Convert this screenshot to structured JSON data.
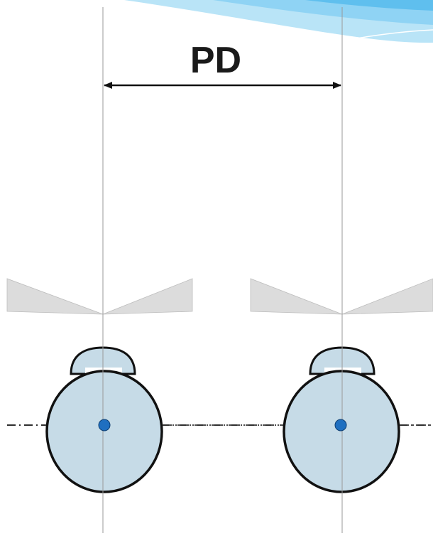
{
  "diagram": {
    "label": "PD",
    "colors": {
      "background": "#ffffff",
      "eye_fill": "#c6dbe7",
      "eye_outline": "#111111",
      "pupil": "#1f6fc0",
      "lens_fill": "#dcdcdc",
      "guide_line": "#9a9a9a",
      "arrow": "#111111",
      "banner_light": "#b9e4f7",
      "banner_mid": "#8fd3f4",
      "banner_dark": "#5fbfee"
    },
    "icons": {
      "arrow": "double-headed-arrow",
      "eye": "eyeball-cross-section",
      "lens": "spectacle-lens-wedge"
    }
  }
}
